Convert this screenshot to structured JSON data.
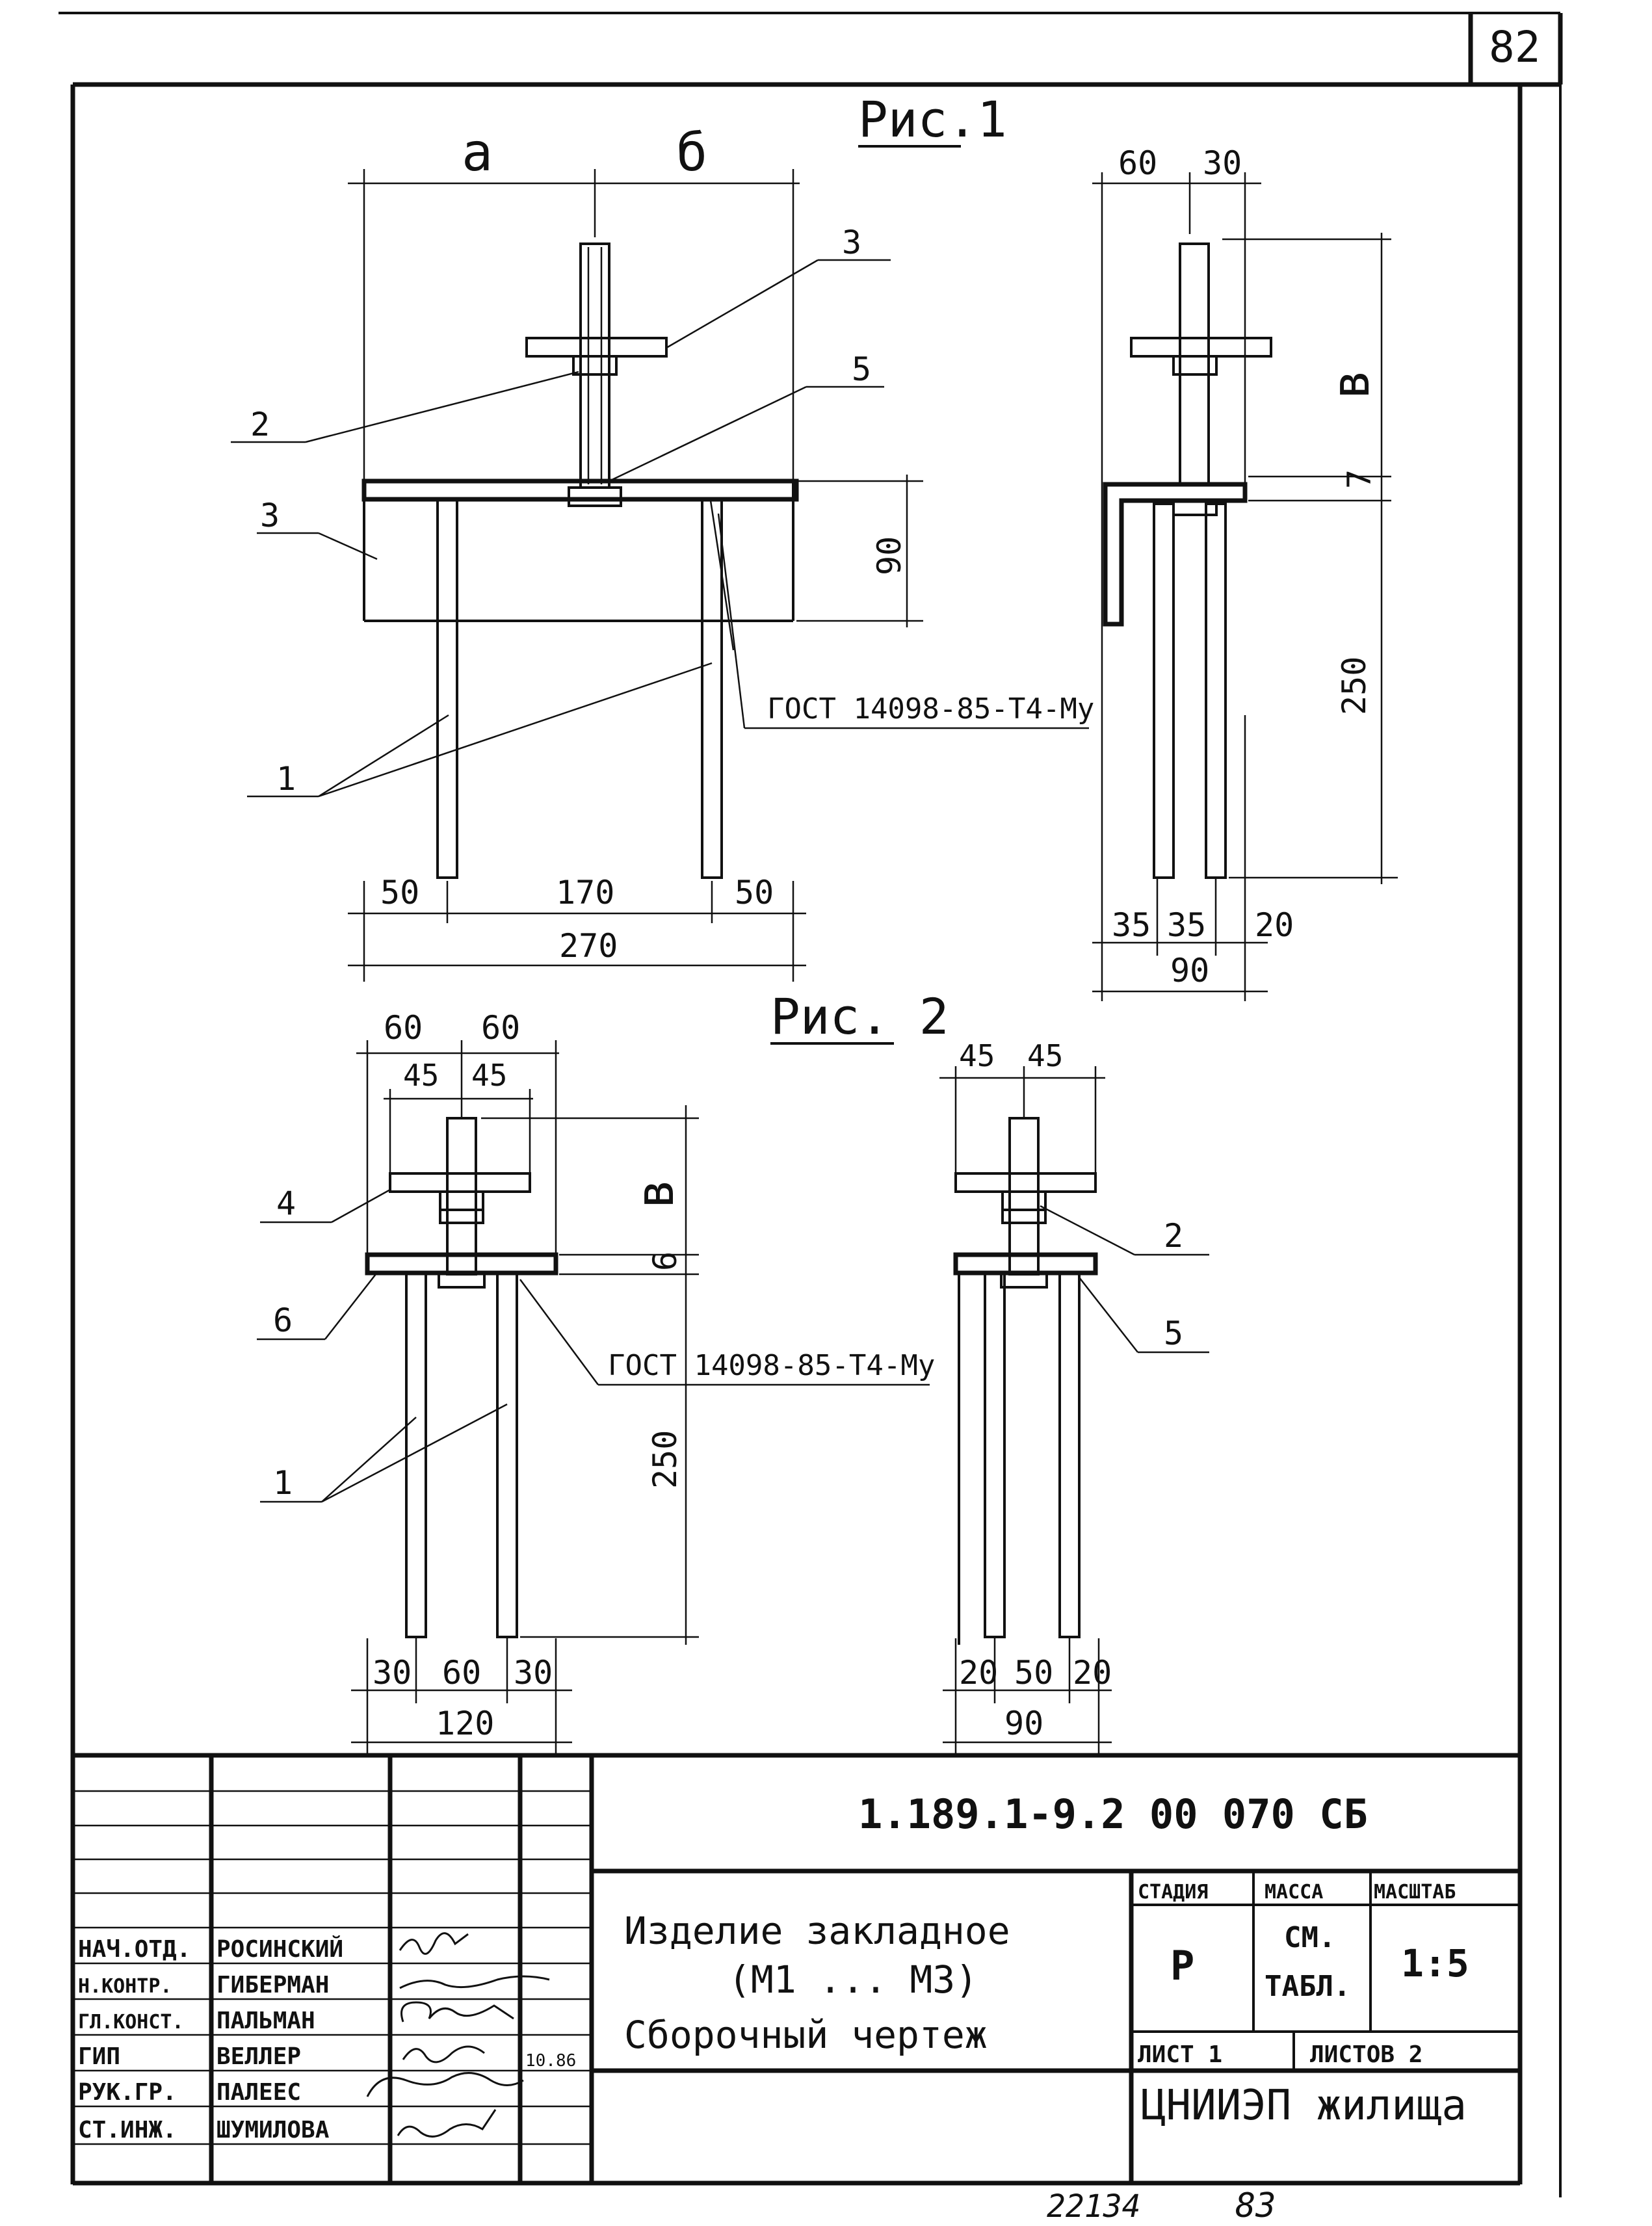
{
  "sheet_number": "82",
  "figures": {
    "fig1_title": "Рис.1",
    "fig2_title": "Рис. 2"
  },
  "fig1_front": {
    "dim_a": "а",
    "dim_b": "б",
    "callout_3_top": "3",
    "callout_2": "2",
    "callout_5": "5",
    "callout_3_left": "3",
    "callout_1": "1",
    "dim_90": "90",
    "gost": "ГОСТ 14098-85-Т4-Мy",
    "dim_50_left": "50",
    "dim_170": "170",
    "dim_50_right": "50",
    "dim_270": "270"
  },
  "fig1_side": {
    "dim_60": "60",
    "dim_30": "30",
    "dim_v": "в",
    "dim_7": "7",
    "dim_250": "250",
    "dim_35a": "35",
    "dim_35b": "35",
    "dim_20": "20",
    "dim_90": "90"
  },
  "fig2_front": {
    "dim_60a": "60",
    "dim_60b": "60",
    "dim_45a": "45",
    "dim_45b": "45",
    "dim_v": "в",
    "dim_6": "6",
    "callout_4": "4",
    "callout_6": "6",
    "callout_1": "1",
    "gost": "ГОСТ 14098-85-Т4-Мy",
    "dim_250": "250",
    "dim_30a": "30",
    "dim_60": "60",
    "dim_30b": "30",
    "dim_120": "120"
  },
  "fig2_side": {
    "dim_45a": "45",
    "dim_45b": "45",
    "callout_2": "2",
    "callout_5": "5",
    "dim_20a": "20",
    "dim_50": "50",
    "dim_20b": "20",
    "dim_90": "90"
  },
  "title_block": {
    "doc_code": "1.189.1-9.2  00 070 СБ",
    "title_line1": "Изделие закладное",
    "title_line2": "(М1 ... М3)",
    "title_line3": "Сборочный  чертеж",
    "stage_header": "СТАДИЯ",
    "mass_header": "МАССА",
    "scale_header": "МАСШТАБ",
    "stage_value": "Р",
    "mass_value_1": "СМ.",
    "mass_value_2": "ТАБЛ.",
    "scale_value": "1:5",
    "sheet_label": "ЛИСТ 1",
    "sheets_label": "ЛИСТОВ 2",
    "organization": "ЦНИИЭП жилища",
    "date": "10.86",
    "roles": [
      {
        "role": "НАЧ.ОТД.",
        "name": "РОСИНСКИЙ"
      },
      {
        "role": "Н.КОНТР.",
        "name": "ГИБЕРМАН"
      },
      {
        "role": "ГЛ.КОНСТ.",
        "name": "ПАЛЬМАН"
      },
      {
        "role": "ГИП",
        "name": "ВЕЛЛЕР"
      },
      {
        "role": "РУК.ГР.",
        "name": "ПАЛЕЕС"
      },
      {
        "role": "СТ.ИНЖ.",
        "name": "ШУМИЛОВА"
      }
    ]
  },
  "footer": {
    "inventory": "22134",
    "page": "83"
  }
}
